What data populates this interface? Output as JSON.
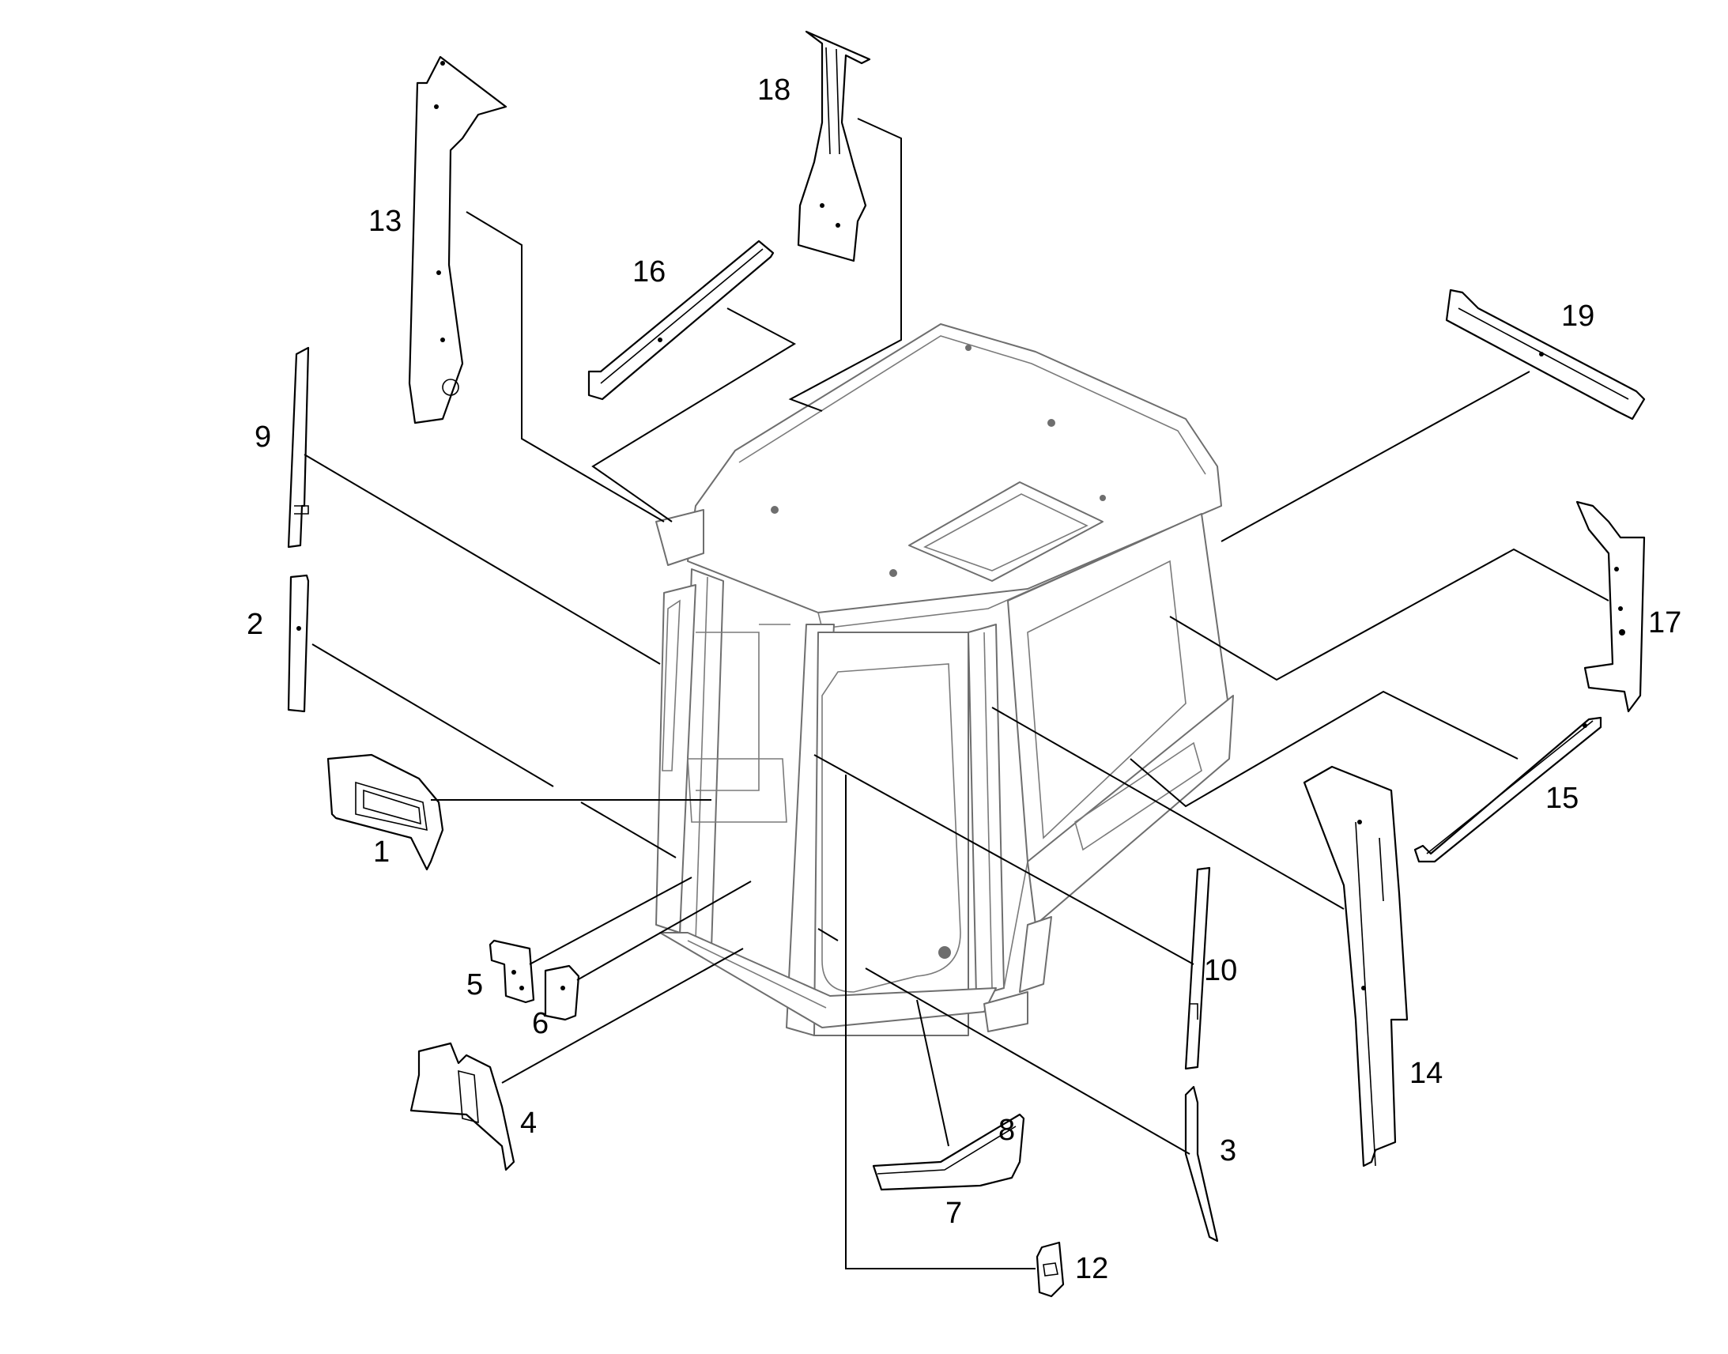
{
  "callouts": {
    "c1": "1",
    "c2": "2",
    "c3": "3",
    "c4": "4",
    "c5": "5",
    "c6": "6",
    "c7": "7",
    "c9": "9",
    "c10": "10",
    "c12": "12",
    "c13": "13",
    "c14": "14",
    "c15": "15",
    "c16": "16",
    "c17": "17",
    "c18": "18",
    "c19": "19"
  }
}
